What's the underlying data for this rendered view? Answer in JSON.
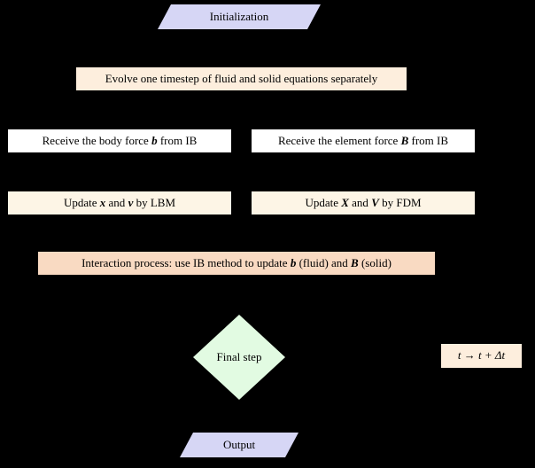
{
  "diagram": {
    "background_color": "#000000",
    "text_color": "#000000",
    "colors": {
      "io_lavender": "#d6d6f5",
      "step_peach": "#fdeedd",
      "plain_white": "#ffffff",
      "update_cream": "#fdf5e6",
      "interaction_peach": "#f9dac2",
      "decision_green": "#e2fbe2"
    },
    "nodes": {
      "initialization": {
        "label": "Initialization",
        "shape": "parallelogram",
        "fill": "#d6d6f5"
      },
      "evolve": {
        "label": "Evolve one timestep of fluid and solid equations separately",
        "shape": "rectangle",
        "fill": "#fdeedd"
      },
      "receive_body": {
        "prefix": "Receive the body force ",
        "math1": "b",
        "suffix": " from IB",
        "shape": "rectangle",
        "fill": "#ffffff"
      },
      "receive_element": {
        "prefix": "Receive the element force ",
        "math1": "B",
        "suffix": " from IB",
        "shape": "rectangle",
        "fill": "#ffffff"
      },
      "update_fluid": {
        "prefix": "Update ",
        "math1": "x",
        "mid": " and ",
        "math2": "v",
        "suffix": " by LBM",
        "shape": "rectangle",
        "fill": "#fdf5e6"
      },
      "update_solid": {
        "prefix": "Update ",
        "math1": "X",
        "mid": " and ",
        "math2": "V",
        "suffix": " by FDM",
        "shape": "rectangle",
        "fill": "#fdf5e6"
      },
      "interaction": {
        "prefix": "Interaction process: use IB method to update ",
        "math1": "b",
        "mid": " (fluid) and ",
        "math2": "B",
        "suffix": " (solid)",
        "shape": "rectangle",
        "fill": "#f9dac2"
      },
      "final_step": {
        "label": "Final step",
        "shape": "diamond",
        "fill": "#e2fbe2"
      },
      "time_update": {
        "label": "t → t + Δt",
        "shape": "rectangle",
        "fill": "#fdeedd"
      },
      "output": {
        "label": "Output",
        "shape": "parallelogram",
        "fill": "#d6d6f5"
      }
    }
  }
}
